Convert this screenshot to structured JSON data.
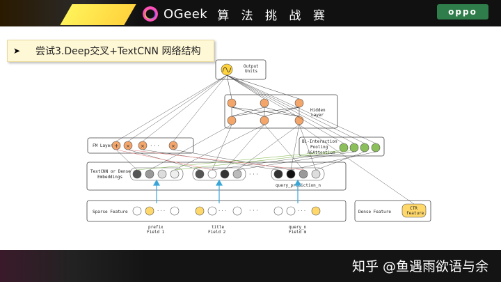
{
  "header": {
    "brand": "OGeek",
    "subtitle": "算 法 挑 战 赛",
    "partner_logo": "oppo"
  },
  "slide": {
    "bullet_icon": "arrow-right-bullet",
    "title": "尝试3.Deep交叉+TextCNN 网络结构"
  },
  "diagram": {
    "output_units": "Output\nUnits",
    "hidden_layer": "Hidden\nLayer",
    "fm_layer": "FM Layer",
    "bi_interaction": "Bi-Interaction\nPooling\n&&Attention",
    "textcnn": "TextCNN or Dense\nEmbeddings",
    "query_prediction": "query_prediction_n",
    "sparse_feature": "Sparse Feature",
    "dense_feature": "Dense Feature",
    "ctr_feature": "CTR\nfeature",
    "fields": [
      {
        "name": "prefix",
        "sub": "Field 1"
      },
      {
        "name": "title",
        "sub": "Field 2"
      },
      {
        "name": "query_n",
        "sub": "Field m"
      }
    ],
    "dots": "· · ·"
  },
  "footer": {
    "watermark": "知乎 @鱼遇雨欲语与余"
  },
  "colors": {
    "accent_yellow": "#ffd33d",
    "node_green": "#8bbf5a",
    "node_orange": "#f3a56a",
    "arrow_blue": "#3aa6d8"
  }
}
